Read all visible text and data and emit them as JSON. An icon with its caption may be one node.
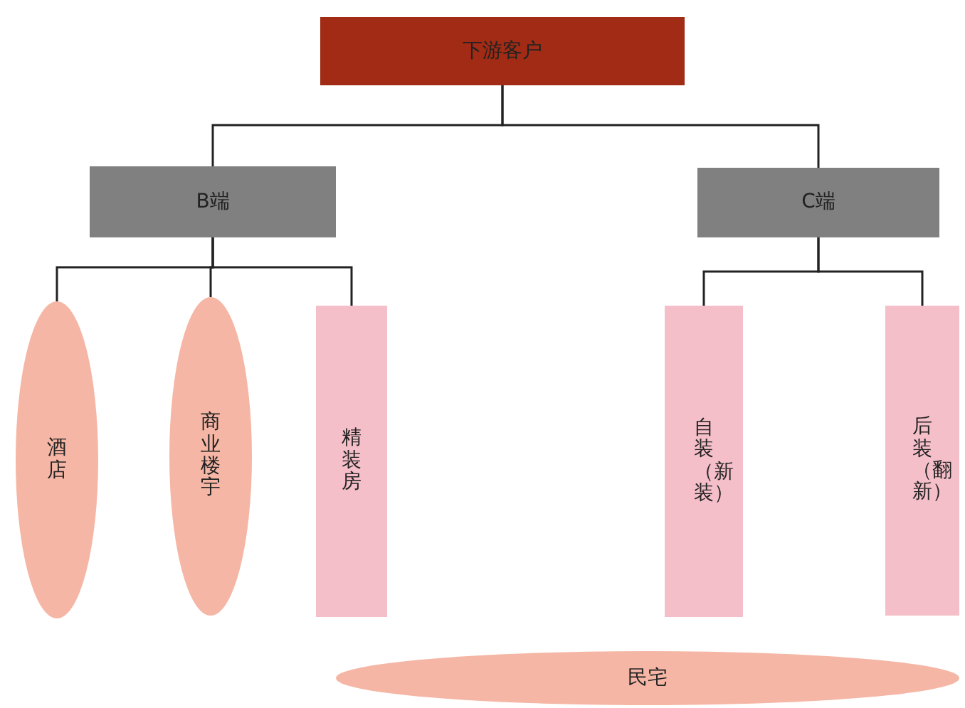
{
  "diagram": {
    "nodes": [
      {
        "text": [
          "下游客户"
        ]
      },
      {
        "text": [
          "B端"
        ]
      },
      {
        "text": [
          "C端"
        ]
      },
      {
        "text": [
          "酒店"
        ]
      },
      {
        "text": [
          "商业楼宇"
        ]
      },
      {
        "text": [
          "精装房"
        ]
      },
      {
        "text": [
          "自装（新装）"
        ]
      },
      {
        "text": [
          "后装（翻新）"
        ]
      },
      {
        "text": [
          "民宅"
        ]
      }
    ],
    "edges": [
      {
        "from": 0,
        "to": 1,
        "arrow": "none"
      },
      {
        "from": 0,
        "to": 2,
        "arrow": "none"
      },
      {
        "from": 1,
        "to": 3,
        "arrow": "none"
      },
      {
        "from": 1,
        "to": 4,
        "arrow": "none"
      },
      {
        "from": 1,
        "to": 5,
        "arrow": "none"
      },
      {
        "from": 2,
        "to": 6,
        "arrow": "none"
      },
      {
        "from": 2,
        "to": 7,
        "arrow": "none"
      }
    ]
  }
}
